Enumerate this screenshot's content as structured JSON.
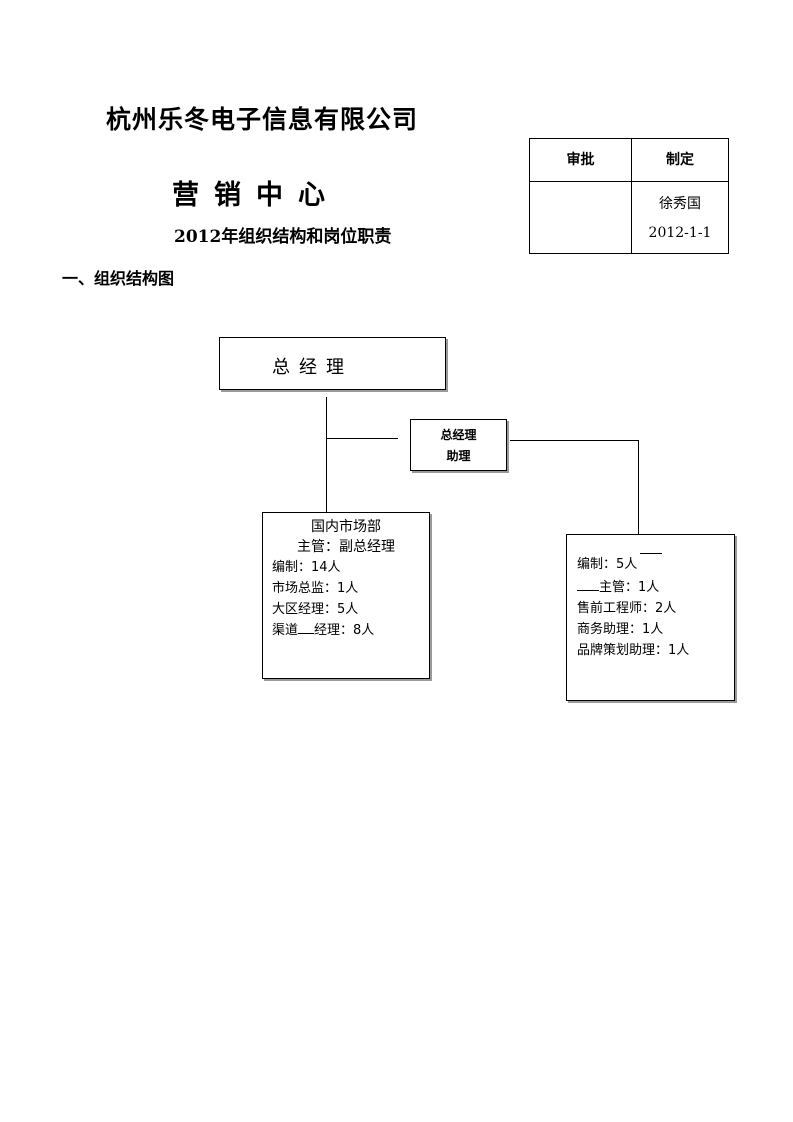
{
  "header": {
    "company_name": "杭州乐冬电子信息有限公司",
    "department": "营销中心",
    "document_title": "2012年组织结构和岗位职责"
  },
  "approval": {
    "approve_label": "审批",
    "prepare_label": "制定",
    "prepared_by": "徐秀国",
    "date": "2012-1-1"
  },
  "section_1": {
    "heading": "一、组织结构图"
  },
  "org_chart": {
    "general_manager": "总经理",
    "assistant": {
      "line1": "总经理",
      "line2": "助理"
    },
    "domestic_market": {
      "title": "国内市场部",
      "supervisor": "主管：副总经理",
      "items": [
        "编制：14人",
        "市场总监：1人",
        "大区经理：5人"
      ],
      "blank_item_prefix": "渠道",
      "blank_item_suffix": "经理：8人"
    },
    "second_department": {
      "items": [
        "编制：5人"
      ],
      "blank_item_suffix": "主管：1人",
      "more_items": [
        "售前工程师：2人",
        "商务助理：1人",
        "品牌策划助理：1人"
      ]
    }
  }
}
